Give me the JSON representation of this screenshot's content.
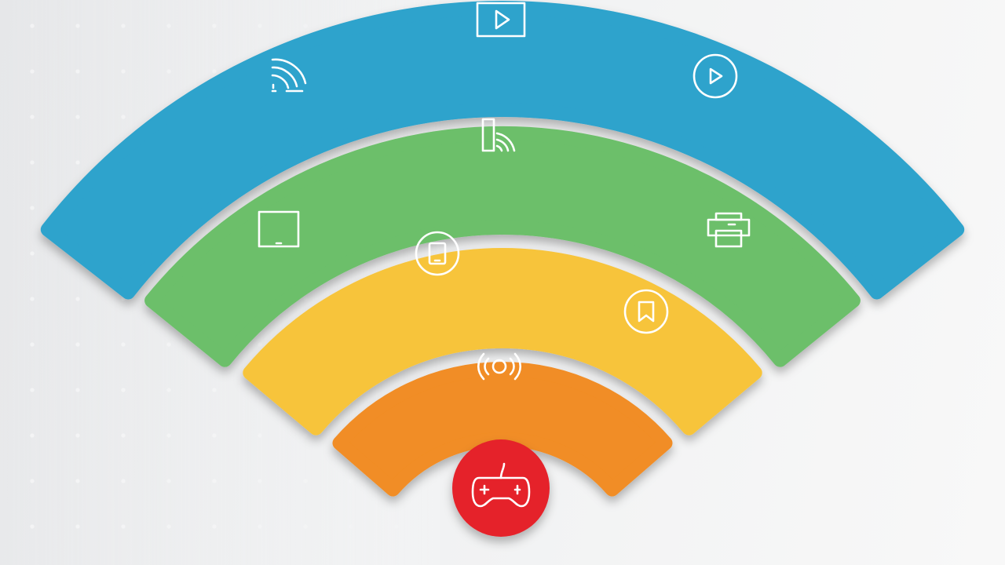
{
  "title": "",
  "colors": {
    "band_1": "#2ea3cc",
    "band_2": "#6cbf6b",
    "band_3": "#f7c43b",
    "band_4": "#f18d25",
    "dot": "#e5222a",
    "icon": "#ffffff",
    "background": "#eeeff0"
  },
  "bands": [
    {
      "name": "band-outer-blue",
      "color_key": "band_1",
      "icons": [
        "cast-icon",
        "video-player-icon",
        "play-circle-icon"
      ]
    },
    {
      "name": "band-green",
      "color_key": "band_2",
      "icons": [
        "tablet-icon",
        "smartphone-signal-icon",
        "printer-icon"
      ]
    },
    {
      "name": "band-yellow",
      "color_key": "band_3",
      "icons": [
        "phone-circle-icon",
        "bookmark-circle-icon"
      ]
    },
    {
      "name": "band-inner-orange",
      "color_key": "band_4",
      "icons": [
        "wireless-broadcast-icon"
      ]
    }
  ],
  "center_icon": "gamepad-icon"
}
